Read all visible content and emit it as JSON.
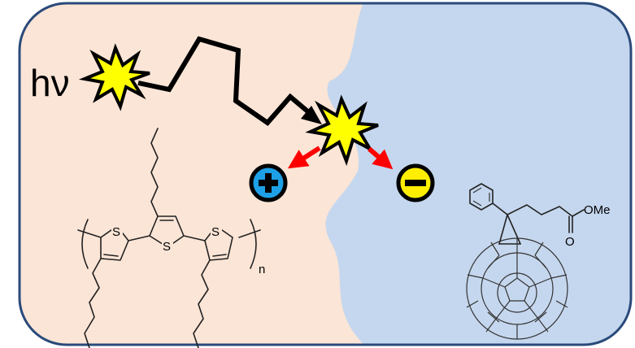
{
  "label_photon": "hν",
  "label_sulfur": "S",
  "label_subscript": "n",
  "label_ester": "OMe",
  "label_oxygen": "O",
  "colors": {
    "border": "#2a4a7a",
    "donor_region": "#fbe5d6",
    "acceptor_region": "#c5d7ee",
    "burst_fill": "#ffff00",
    "burst_core": "#ffd000",
    "hole_fill": "#1ea0e6",
    "electron_fill": "#ffee00",
    "arrow_red": "#ff0000"
  },
  "icons": [
    "photon-burst-icon",
    "exciton-dissociation-burst-icon",
    "hole-plus-icon",
    "electron-minus-icon"
  ]
}
